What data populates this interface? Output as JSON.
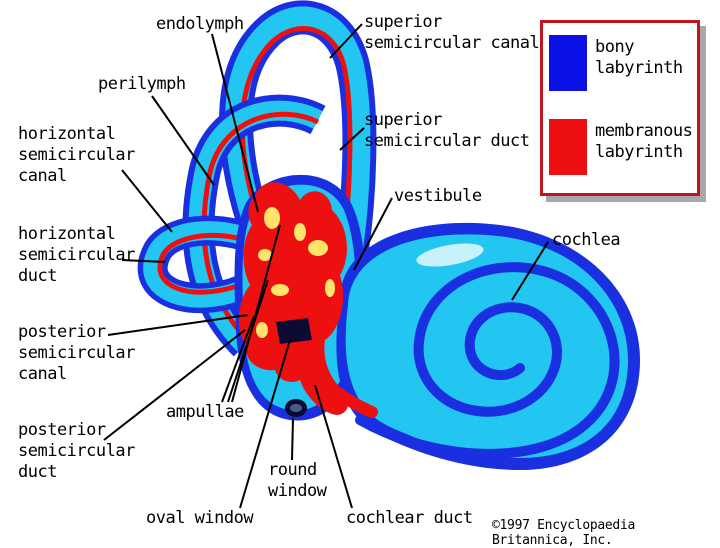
{
  "labels": {
    "endolymph": "endolymph",
    "perilymph": "perilymph",
    "horizontal_canal": "horizontal\nsemicircular\ncanal",
    "horizontal_duct": "horizontal\nsemicircular\nduct",
    "posterior_canal": "posterior\nsemicircular\ncanal",
    "posterior_duct": "posterior\nsemicircular\nduct",
    "superior_canal": "superior\nsemicircular canal",
    "superior_duct": "superior\nsemicircular duct",
    "vestibule": "vestibule",
    "cochlea": "cochlea",
    "ampullae": "ampullae",
    "round_window": "round\nwindow",
    "oval_window": "oval window",
    "cochlear_duct": "cochlear duct"
  },
  "legend": {
    "bony": {
      "label": "bony\nlabyrinth",
      "color": "#0a10e6"
    },
    "membranous": {
      "label": "membranous\nlabyrinth",
      "color": "#ee1010"
    }
  },
  "copyright": "©1997 Encyclopaedia Britannica, Inc.",
  "colors": {
    "bony_dark": "#1a2fe0",
    "bony_light": "#22c6f0",
    "membranous": "#ee1010",
    "highlight": "#ffe46a",
    "legend_border": "#c0141e"
  }
}
